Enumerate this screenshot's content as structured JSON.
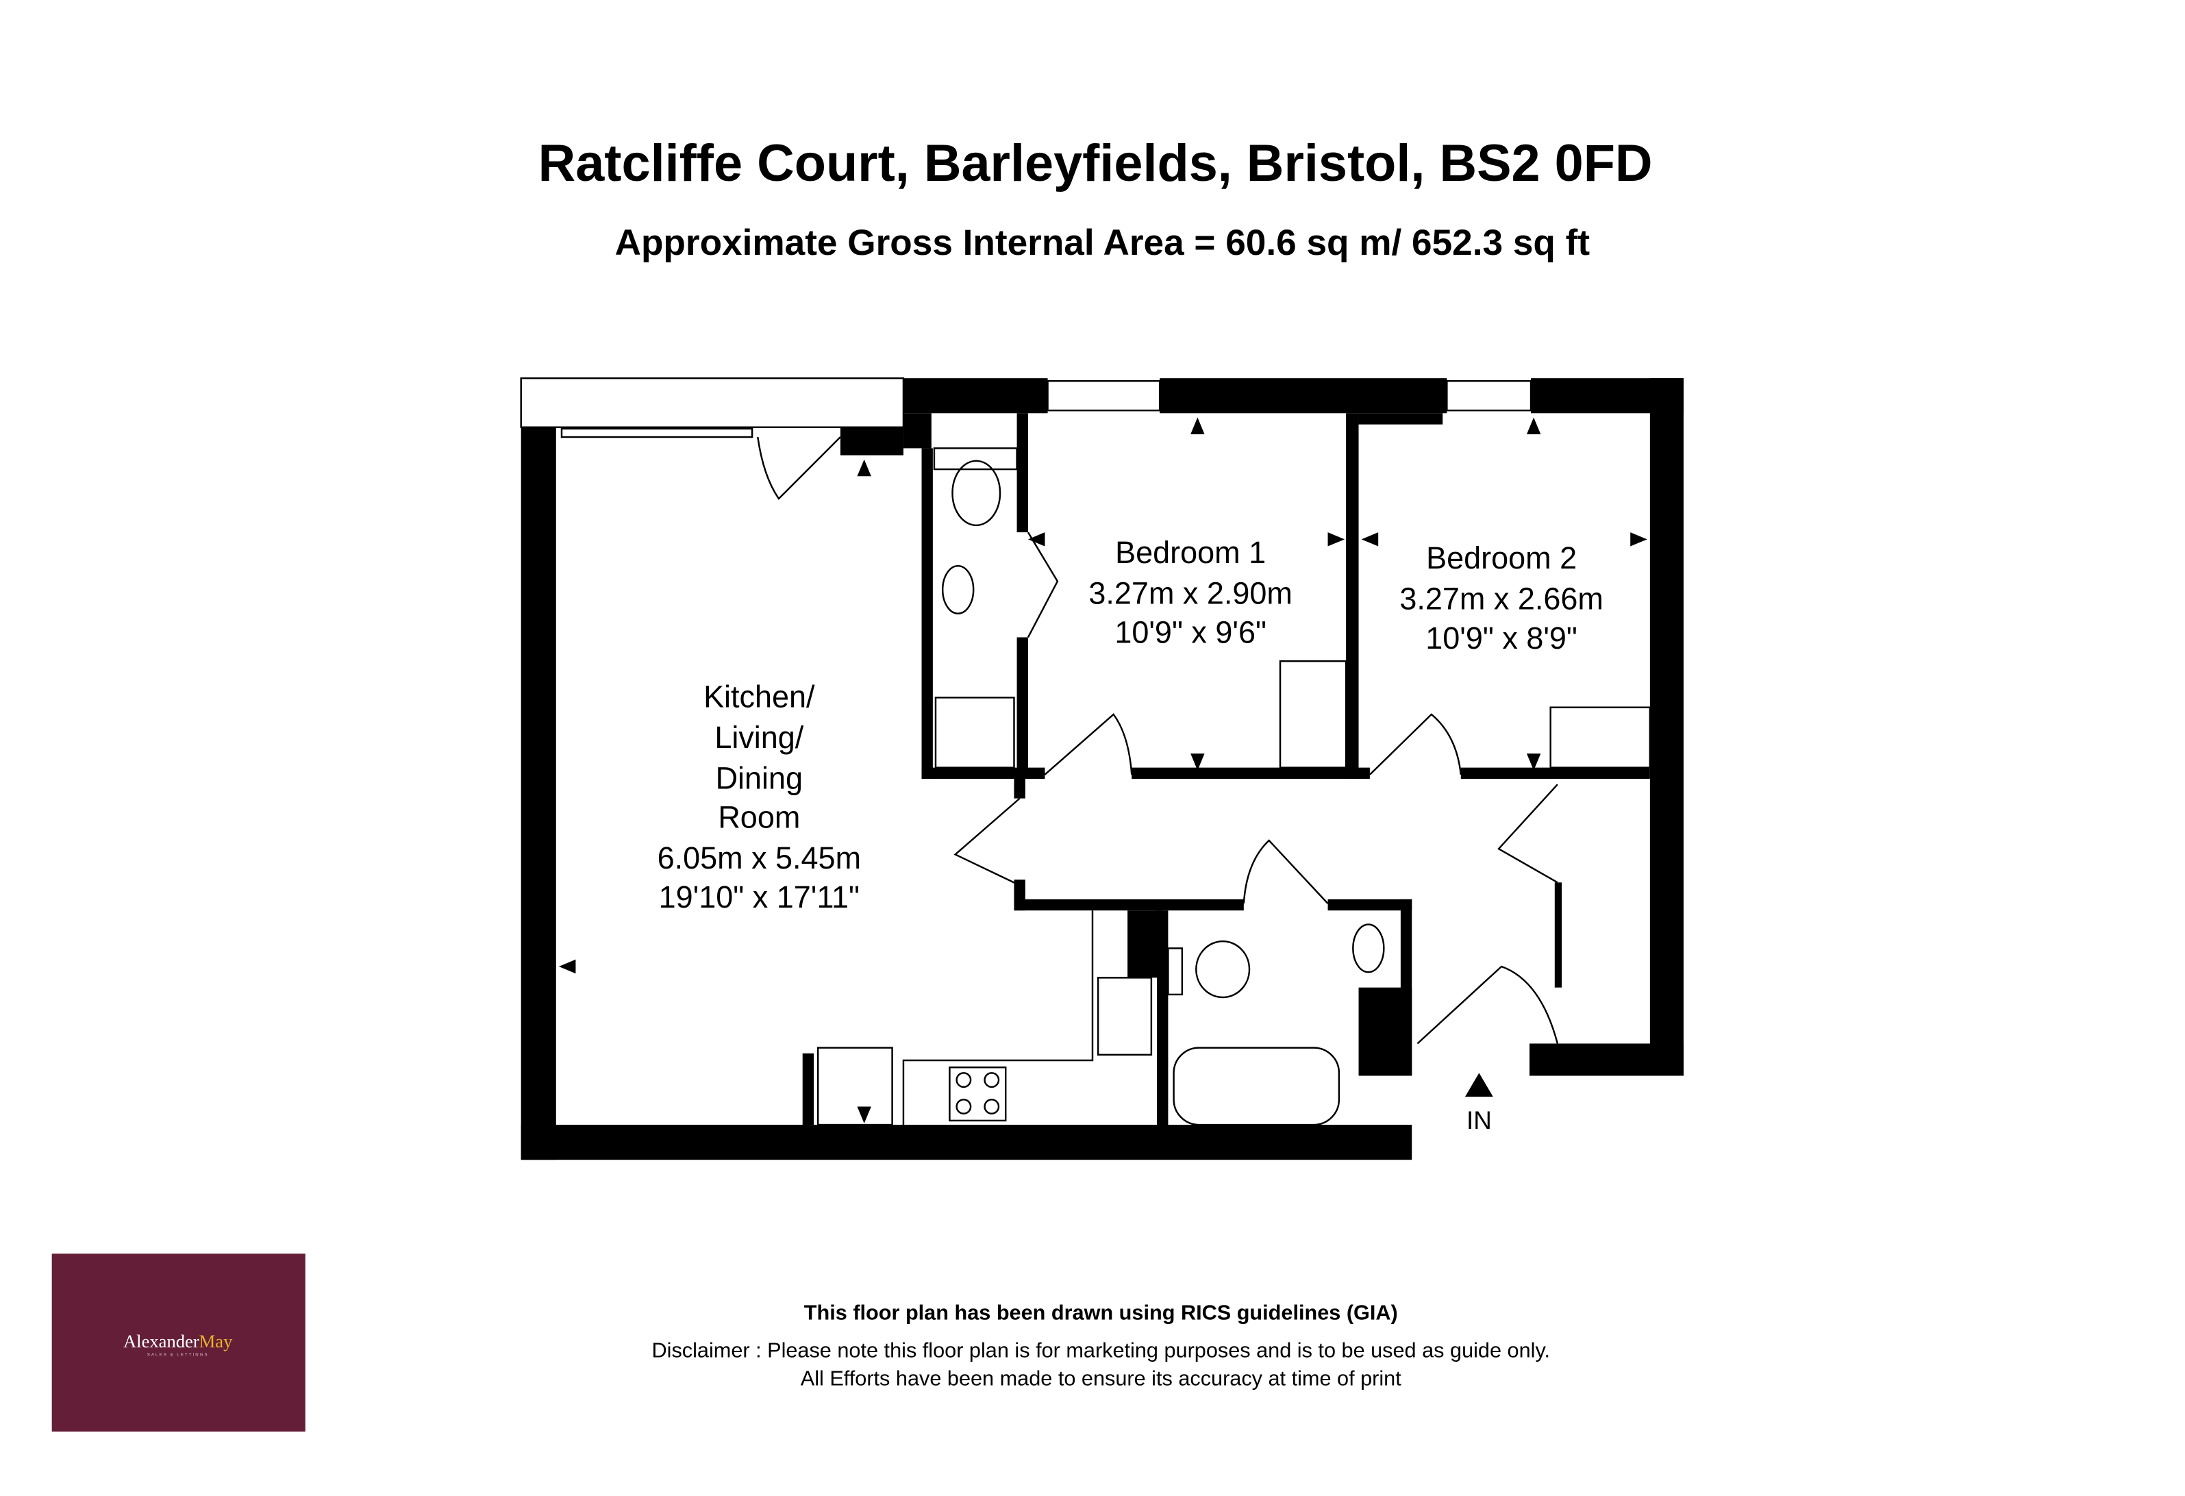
{
  "header": {
    "title": "Ratcliffe Court, Barleyfields, Bristol, BS2 0FD",
    "subtitle": "Approximate Gross Internal Area = 60.6 sq m/ 652.3 sq ft"
  },
  "rooms": [
    {
      "lines": [
        "Kitchen/",
        "Living/",
        "Dining",
        "Room",
        "6.05m x 5.45m",
        "19'10\" x 17'11\""
      ]
    },
    {
      "lines": [
        "Bedroom 1",
        "3.27m x 2.90m",
        "10'9\" x 9'6\""
      ]
    },
    {
      "lines": [
        "Bedroom 2",
        "3.27m x 2.66m",
        "10'9\" x 8'9\""
      ]
    }
  ],
  "entrance": {
    "label": "IN"
  },
  "footer": {
    "rics": "This floor plan has been drawn using RICS guidelines (GIA)",
    "disclaimer1": "Disclaimer : Please note this floor plan is for marketing purposes and is to be used as guide only.",
    "disclaimer2": "All Efforts have been made to ensure its accuracy at time of print"
  },
  "logo": {
    "text_a": "Alexander",
    "text_b": "May",
    "tagline": "SALES & LETTINGS",
    "bg_color": "#641e38",
    "accent_color": "#e8b42a"
  }
}
